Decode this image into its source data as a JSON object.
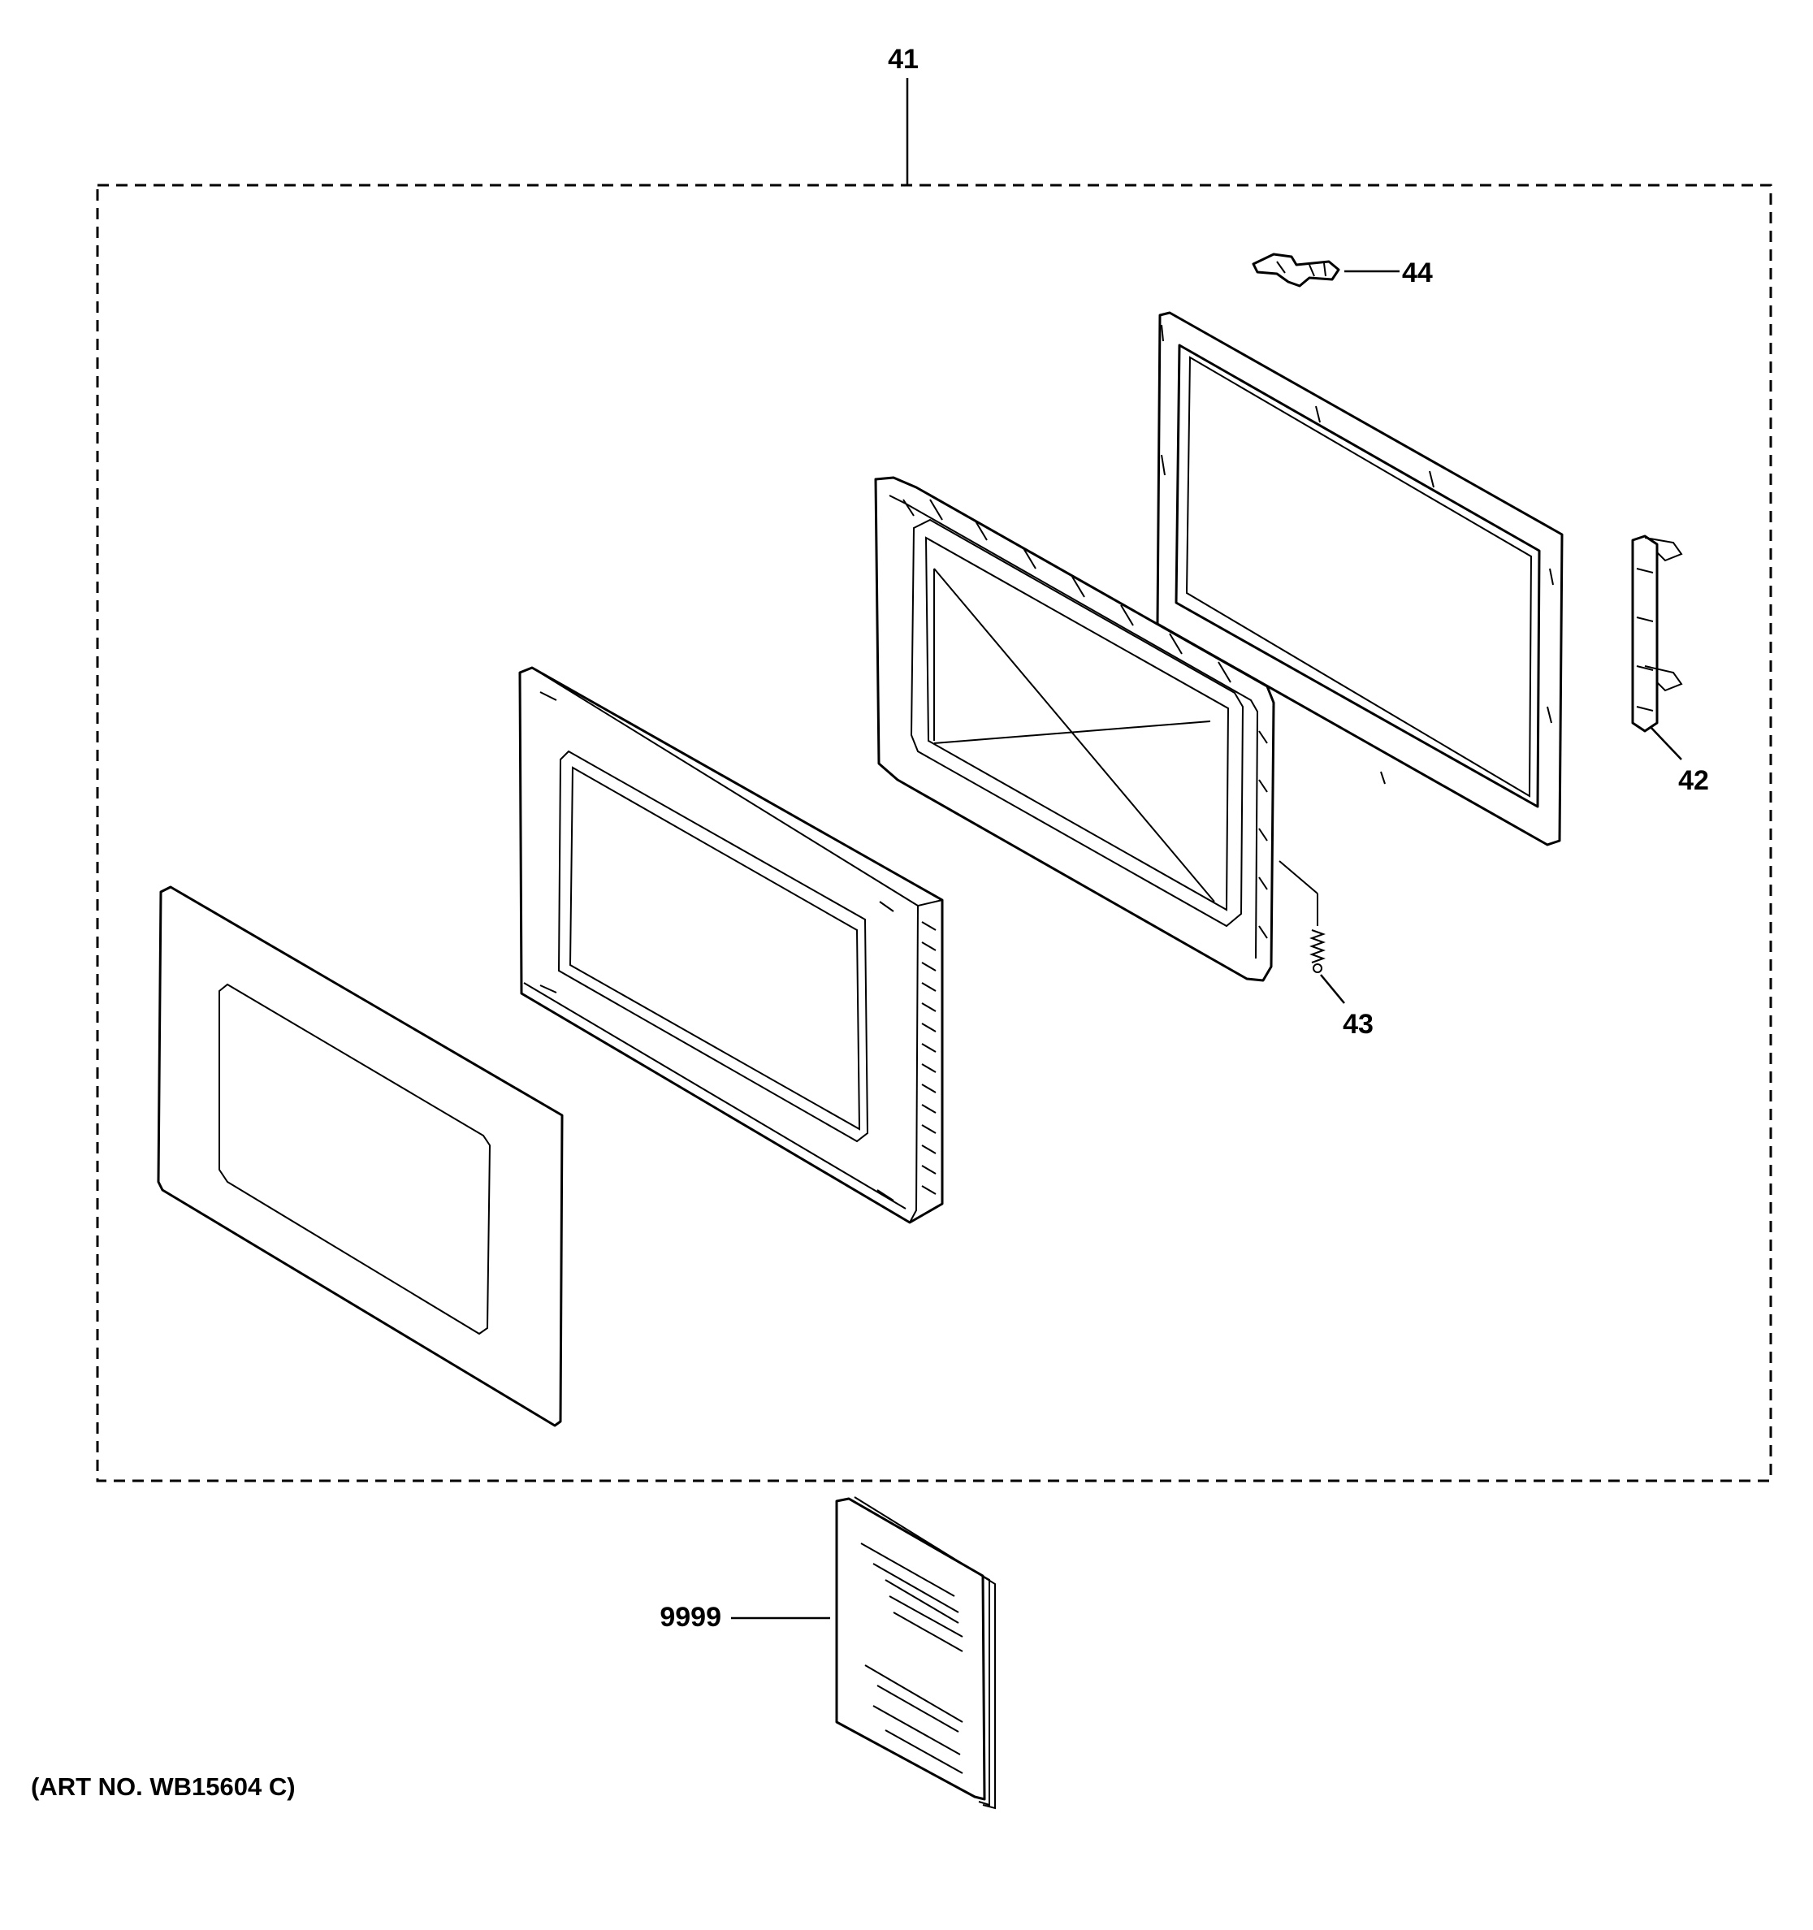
{
  "diagram": {
    "callouts": {
      "c41": "41",
      "c42": "42",
      "c43": "43",
      "c44": "44",
      "c9999": "9999"
    },
    "art_number": "(ART NO. WB15604 C)"
  }
}
